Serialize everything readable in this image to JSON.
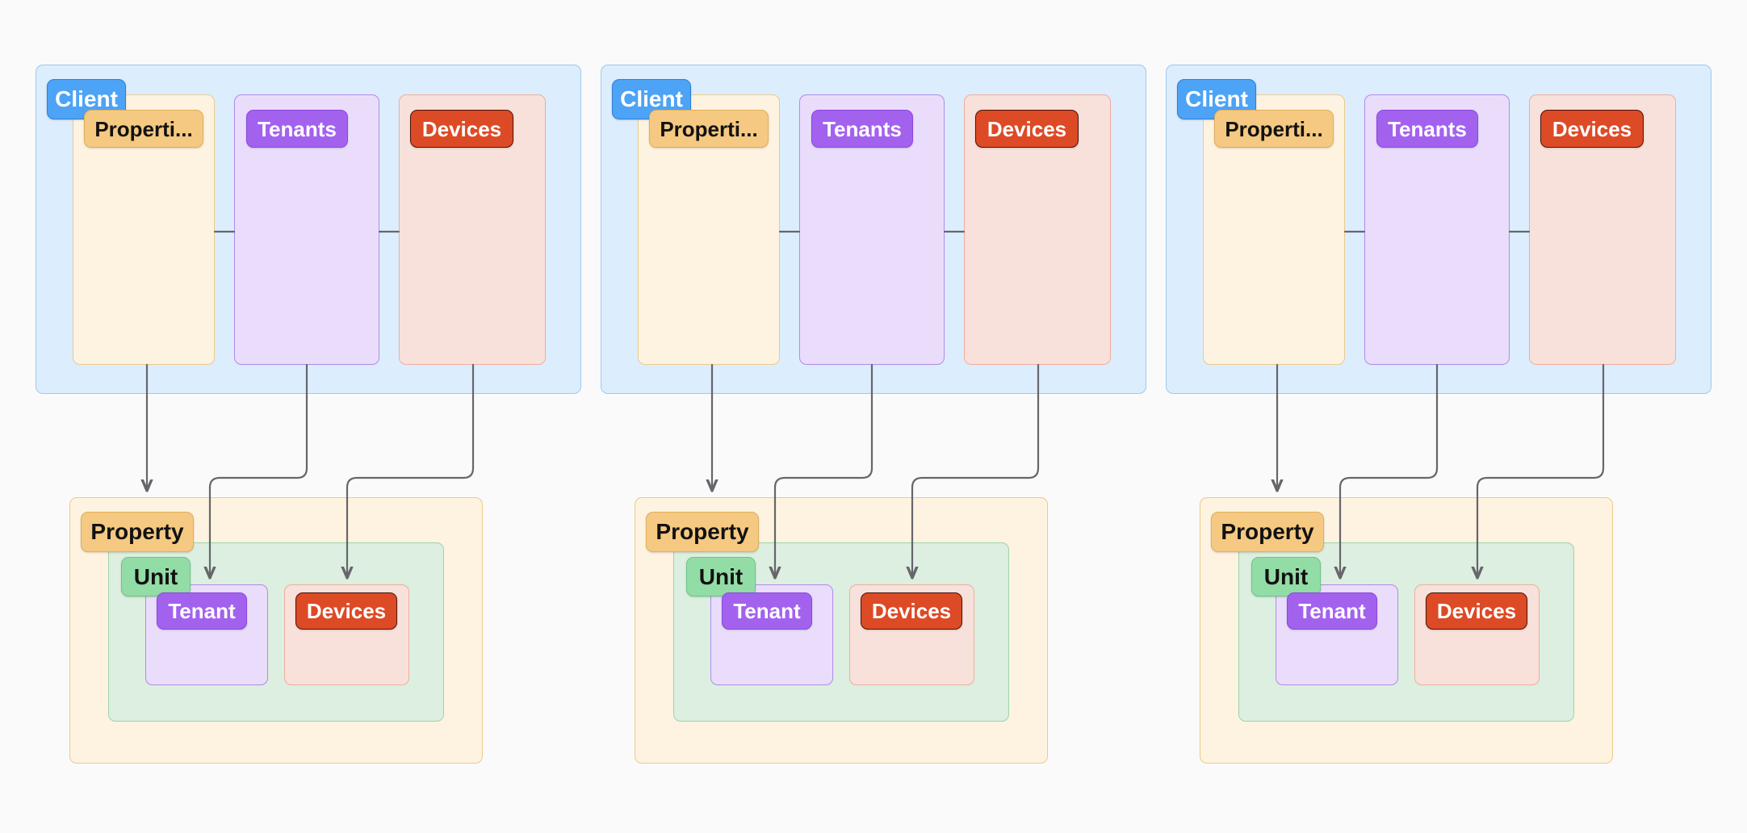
{
  "diagram": {
    "title": "Client / Property hierarchy diagram",
    "background_color": "#FAFAFA",
    "connector_color": "#66666B",
    "clusters": 3
  },
  "labels": {
    "client": "Client",
    "properties": "Properti...",
    "tenants": "Tenants",
    "devices_plural": "Devices",
    "property": "Property",
    "unit": "Unit",
    "tenant": "Tenant",
    "devices_leaf": "Devices"
  },
  "colors": {
    "client_fill": "#DCEDFD",
    "client_border": "#9CC9F0",
    "client_badge": "#4DA3F5",
    "cream_fill": "#FDF3E0",
    "cream_border": "#EDC98B",
    "orange_badge": "#F5C981",
    "lavender_fill": "#EADDFC",
    "lavender_border": "#B08BE8",
    "purple_badge": "#A362EE",
    "salmon_fill": "#F8E1DA",
    "salmon_border": "#EFAE9B",
    "red_badge": "#DD4A26",
    "mint_fill": "#DCEFE0",
    "mint_border": "#9BD3AC",
    "green_badge": "#92DCA6",
    "connector": "#66666B",
    "canvas": "#FAFAFA"
  },
  "groups": [
    {
      "id": "cluster-1",
      "client": {
        "badge": "Client",
        "columns": [
          {
            "kind": "properties",
            "badge": "Properti..."
          },
          {
            "kind": "tenants",
            "badge": "Tenants"
          },
          {
            "kind": "devices",
            "badge": "Devices"
          }
        ]
      },
      "property": {
        "badge": "Property",
        "unit": {
          "badge": "Unit",
          "children": [
            {
              "kind": "tenant",
              "badge": "Tenant"
            },
            {
              "kind": "devices",
              "badge": "Devices"
            }
          ]
        }
      }
    },
    {
      "id": "cluster-2",
      "client": {
        "badge": "Client",
        "columns": [
          {
            "kind": "properties",
            "badge": "Properti..."
          },
          {
            "kind": "tenants",
            "badge": "Tenants"
          },
          {
            "kind": "devices",
            "badge": "Devices"
          }
        ]
      },
      "property": {
        "badge": "Property",
        "unit": {
          "badge": "Unit",
          "children": [
            {
              "kind": "tenant",
              "badge": "Tenant"
            },
            {
              "kind": "devices",
              "badge": "Devices"
            }
          ]
        }
      }
    },
    {
      "id": "cluster-3",
      "client": {
        "badge": "Client",
        "columns": [
          {
            "kind": "properties",
            "badge": "Properti..."
          },
          {
            "kind": "tenants",
            "badge": "Tenants"
          },
          {
            "kind": "devices",
            "badge": "Devices"
          }
        ]
      },
      "property": {
        "badge": "Property",
        "unit": {
          "badge": "Unit",
          "children": [
            {
              "kind": "tenant",
              "badge": "Tenant"
            },
            {
              "kind": "devices",
              "badge": "Devices"
            }
          ]
        }
      }
    }
  ]
}
